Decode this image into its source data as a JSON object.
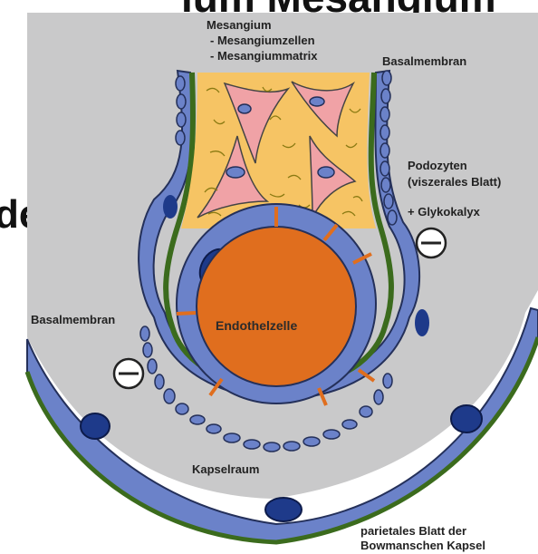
{
  "heading_fragment": "ium Mesangium",
  "side_fragment": "den",
  "labels": {
    "mesangium_title": "Mesangium",
    "mesangium_cells": "- Mesangiumzellen",
    "mesangium_matrix": "- Mesangiummatrix",
    "basement_top": "Basalmembran",
    "podocytes_1": "Podozyten",
    "podocytes_2": "(viszerales Blatt)",
    "glycocalyx": "+ Glykokalyx",
    "basement_left": "Basalmembran",
    "endothelial": "Endothelzelle",
    "capsule_space": "Kapselraum",
    "parietal_1": "parietales Blatt der",
    "parietal_2": "Bowmanschen Kapsel"
  },
  "colors": {
    "panel_gray": "#c9c9ca",
    "mesangium_yellow": "#f6c464",
    "mesangial_cell_pink": "#f0a2a6",
    "cell_blue": "#6b82c9",
    "endothelial_orange": "#e06e1e",
    "membrane_green": "#3b6b1d"
  },
  "icons": [
    "minus-circle-icon",
    "minus-circle-icon"
  ]
}
